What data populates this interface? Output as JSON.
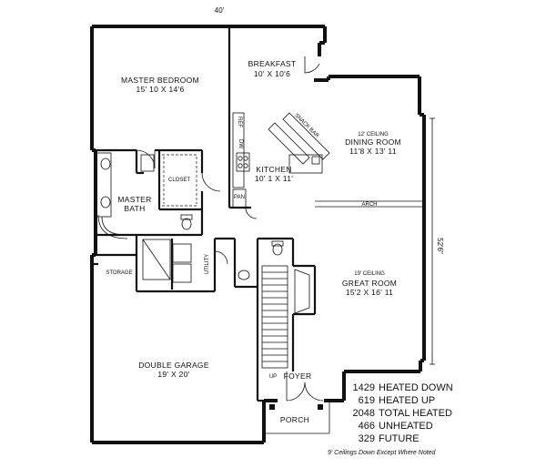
{
  "dimensions": {
    "width": "40'",
    "depth": "52'6\""
  },
  "rooms": {
    "master_bedroom": {
      "name": "MASTER BEDROOM",
      "size": "15' 10 X 14'6"
    },
    "breakfast": {
      "name": "BREAKFAST",
      "size": "10' X 10'6"
    },
    "dining_room": {
      "ceiling": "12' CEILING",
      "name": "DINING ROOM",
      "size": "11'8 X 13' 11"
    },
    "kitchen": {
      "name": "KITCHEN",
      "size": "10' 1 X 11'"
    },
    "closet": {
      "name": "CLOSET"
    },
    "master_bath": {
      "name": "MASTER",
      "name2": "BATH"
    },
    "utility": {
      "name": "UTILITY"
    },
    "storage": {
      "name": "STORAGE"
    },
    "great_room": {
      "ceiling": "19' CEILING",
      "name": "GREAT ROOM",
      "size": "15'2 X 16' 11"
    },
    "double_garage": {
      "name": "DOUBLE GARAGE",
      "size": "19' X 20'"
    },
    "foyer": {
      "name": "FOYER",
      "stair_label": "UP"
    },
    "porch": {
      "name": "PORCH"
    }
  },
  "features": {
    "snack_bar": "SNACK BAR",
    "arch": "ARCH",
    "ref": "REF",
    "dw": "DW",
    "pan": "PAN"
  },
  "stats": [
    {
      "value": "1429",
      "label": "HEATED DOWN",
      "underline": false
    },
    {
      "value": "619",
      "label": "HEATED UP",
      "underline": true
    },
    {
      "value": "2048",
      "label": "TOTAL HEATED",
      "underline": false
    },
    {
      "value": "466",
      "label": "UNHEATED",
      "underline": false
    },
    {
      "value": "329",
      "label": "FUTURE",
      "underline": false
    }
  ],
  "note": "9' Ceilings Down Except Where Noted"
}
